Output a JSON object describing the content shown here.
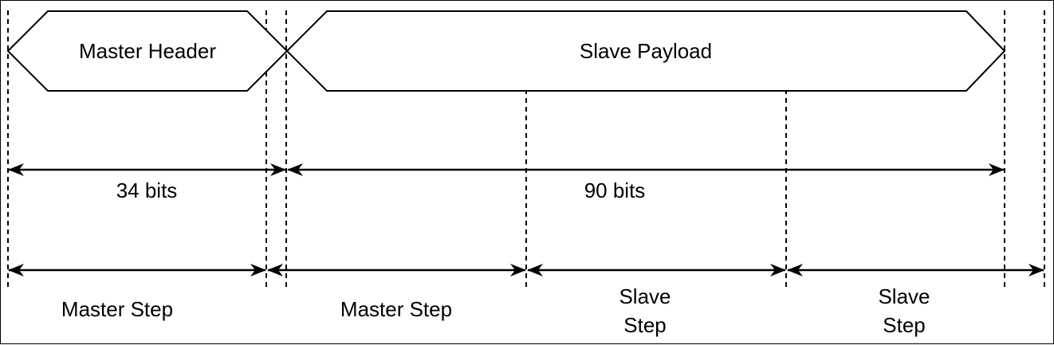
{
  "segments": {
    "master_header": "Master Header",
    "slave_payload": "Slave Payload"
  },
  "spans": {
    "header_bits": "34 bits",
    "payload_bits": "90 bits"
  },
  "steps": [
    "Master Step",
    "Master Step",
    "Slave\nStep",
    "Slave\nStep"
  ],
  "colors": {
    "stroke": "#000000",
    "background": "#ffffff"
  }
}
